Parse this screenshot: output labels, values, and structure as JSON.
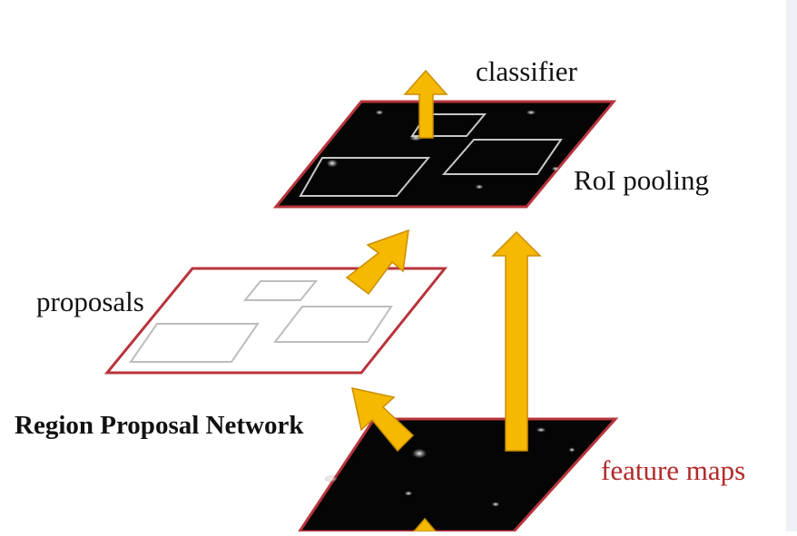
{
  "labels": {
    "classifier": "classifier",
    "roi_pooling": "RoI pooling",
    "proposals": "proposals",
    "rpn": "Region Proposal Network",
    "feature_maps": "feature maps"
  },
  "colors": {
    "arrow_fill": "#f6b800",
    "arrow_stroke": "#c98e00",
    "plane_border": "#b8343c",
    "feature_map_fill": "#050505",
    "box_stroke": "#c8c8c8",
    "feature_maps_text": "#b22a2a"
  }
}
